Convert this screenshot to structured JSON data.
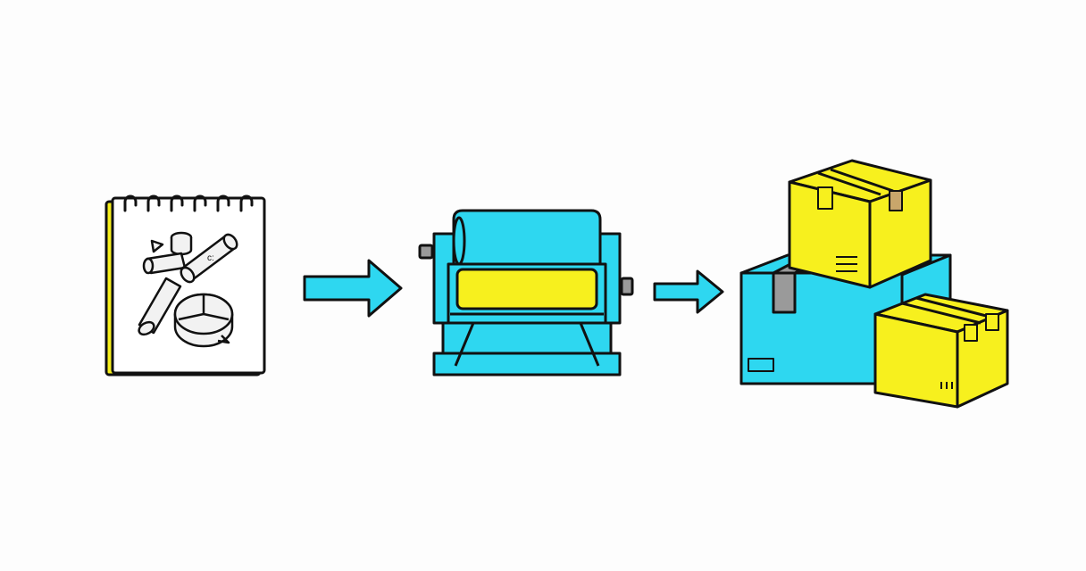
{
  "diagram": {
    "type": "process-flow",
    "steps": [
      {
        "id": "design",
        "icon": "sketch-notebook-icon"
      },
      {
        "id": "manufacture",
        "icon": "roller-machine-icon"
      },
      {
        "id": "ship",
        "icon": "stacked-boxes-icon"
      }
    ],
    "connectors": [
      {
        "from": "design",
        "to": "manufacture",
        "icon": "arrow-right-icon"
      },
      {
        "from": "manufacture",
        "to": "ship",
        "icon": "arrow-right-icon"
      }
    ]
  },
  "colors": {
    "background": "#fdfdfd",
    "outline": "#111111",
    "cyan": "#2ed7f0",
    "yellow": "#f7f01e",
    "tape": "#9a9a9a",
    "tape_tan": "#c9a66b",
    "paper": "#ffffff",
    "sketch_fill": "#f2f2f2"
  }
}
